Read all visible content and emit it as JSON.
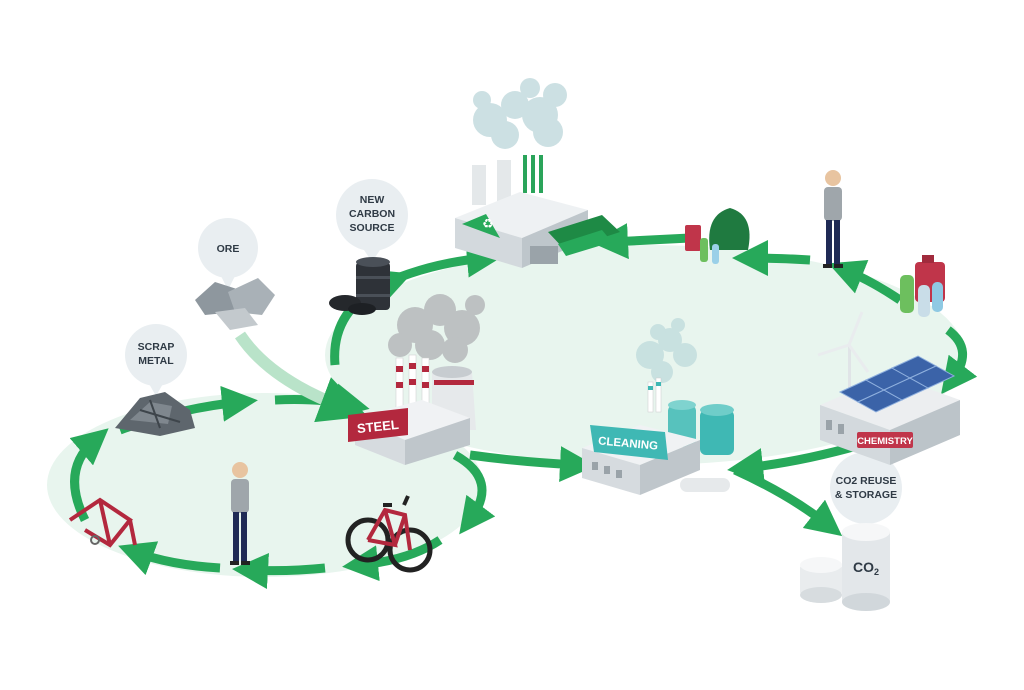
{
  "colors": {
    "arrow": "#27a95a",
    "loop_fill": "#e8f5ee",
    "steel_red": "#b3283e",
    "cleaning_teal": "#3fb8b4",
    "chemistry_red": "#c0354a",
    "building_gray": "#d9dde0",
    "bubble": "#e9eef1"
  },
  "bubbles": {
    "ore": [
      "ORE"
    ],
    "new_carbon": [
      "NEW",
      "CARBON",
      "SOURCE"
    ],
    "scrap": [
      "SCRAP",
      "METAL"
    ],
    "co2_reuse": [
      "CO2 REUSE",
      "& STORAGE"
    ]
  },
  "buildings": {
    "steel": "STEEL",
    "cleaning": "CLEANING",
    "chemistry": "CHEMISTRY"
  },
  "tank": {
    "label": "CO",
    "subscript": "2"
  }
}
